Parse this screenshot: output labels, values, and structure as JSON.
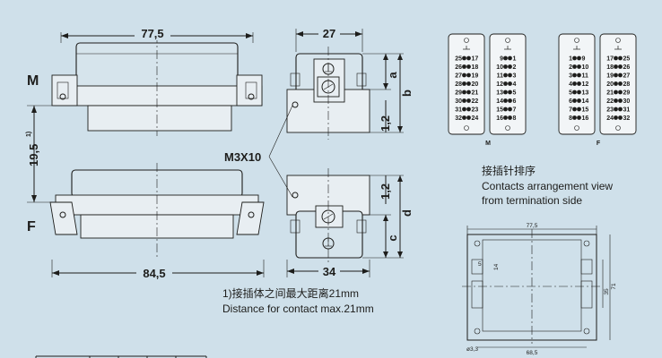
{
  "side_view": {
    "width_top": "77,5",
    "width_bottom": "84,5",
    "height": "19,5",
    "height_note": "1)",
    "label_m": "M",
    "label_f": "F"
  },
  "end_view": {
    "width_top": "27",
    "width_bottom": "34",
    "screw_label": "M3X10",
    "dim_a": "a",
    "dim_b": "b",
    "dim_c": "c",
    "dim_d": "d",
    "dim_12_top": "1,2",
    "dim_12_bottom": "1,2"
  },
  "note": {
    "line_cn": "1)接插体之间最大距离21mm",
    "line_en": "Distance for contact max.21mm"
  },
  "insert_m": {
    "label": "M",
    "left_column": [
      {
        "left": "25",
        "right": "17"
      },
      {
        "left": "26",
        "right": "18"
      },
      {
        "left": "27",
        "right": "19"
      },
      {
        "left": "28",
        "right": "20"
      },
      {
        "left": "29",
        "right": "21"
      },
      {
        "left": "30",
        "right": "22"
      },
      {
        "left": "31",
        "right": "23"
      },
      {
        "left": "32",
        "right": "24"
      }
    ],
    "right_column": [
      {
        "left": "9",
        "right": "1"
      },
      {
        "left": "10",
        "right": "2"
      },
      {
        "left": "11",
        "right": "3"
      },
      {
        "left": "12",
        "right": "4"
      },
      {
        "left": "13",
        "right": "5"
      },
      {
        "left": "14",
        "right": "6"
      },
      {
        "left": "15",
        "right": "7"
      },
      {
        "left": "16",
        "right": "8"
      }
    ]
  },
  "insert_f": {
    "label": "F",
    "left_column": [
      {
        "left": "1",
        "right": "9"
      },
      {
        "left": "2",
        "right": "10"
      },
      {
        "left": "3",
        "right": "11"
      },
      {
        "left": "4",
        "right": "12"
      },
      {
        "left": "5",
        "right": "13"
      },
      {
        "left": "6",
        "right": "14"
      },
      {
        "left": "7",
        "right": "15"
      },
      {
        "left": "8",
        "right": "16"
      }
    ],
    "right_column": [
      {
        "left": "17",
        "right": "25"
      },
      {
        "left": "18",
        "right": "26"
      },
      {
        "left": "19",
        "right": "27"
      },
      {
        "left": "20",
        "right": "28"
      },
      {
        "left": "21",
        "right": "29"
      },
      {
        "left": "22",
        "right": "30"
      },
      {
        "left": "23",
        "right": "31"
      },
      {
        "left": "24",
        "right": "32"
      }
    ]
  },
  "contacts_caption": {
    "line_cn": "接插针排序",
    "line_en1": "Contacts arrangement view",
    "line_en2": "from termination side"
  },
  "panel_cutout": {
    "width": "77,5",
    "width_inner": "68,5",
    "height_inner": "35",
    "height_outer": "71",
    "dim_5": "5",
    "dim_14": "14",
    "hole": "ø3,3"
  },
  "colors": {
    "background": "#cfe0ea",
    "line": "#1d1d1b"
  }
}
